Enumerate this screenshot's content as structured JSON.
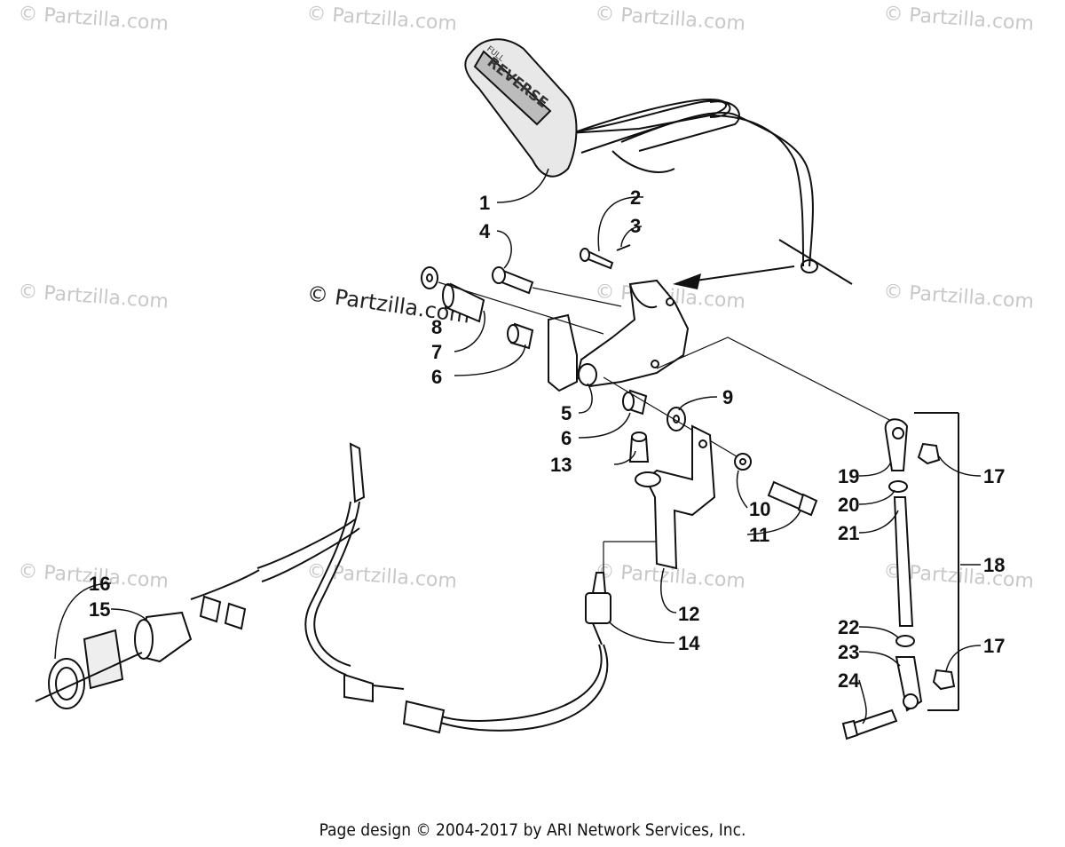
{
  "watermark_text": "© Partzilla.com",
  "footer": {
    "text": "Page design © 2004-2017 by ARI Network Services, Inc."
  },
  "handle_label": {
    "top": "FULL",
    "main": "REVERSE"
  },
  "callouts": [
    {
      "id": "c1",
      "label": "1"
    },
    {
      "id": "c2",
      "label": "2"
    },
    {
      "id": "c3",
      "label": "3"
    },
    {
      "id": "c4",
      "label": "4"
    },
    {
      "id": "c5",
      "label": "5"
    },
    {
      "id": "c6a",
      "label": "6"
    },
    {
      "id": "c6b",
      "label": "6"
    },
    {
      "id": "c7",
      "label": "7"
    },
    {
      "id": "c8",
      "label": "8"
    },
    {
      "id": "c9",
      "label": "9"
    },
    {
      "id": "c10",
      "label": "10"
    },
    {
      "id": "c11",
      "label": "11"
    },
    {
      "id": "c12",
      "label": "12"
    },
    {
      "id": "c13",
      "label": "13"
    },
    {
      "id": "c14",
      "label": "14"
    },
    {
      "id": "c15",
      "label": "15"
    },
    {
      "id": "c16",
      "label": "16"
    },
    {
      "id": "c17a",
      "label": "17"
    },
    {
      "id": "c17b",
      "label": "17"
    },
    {
      "id": "c18",
      "label": "18"
    },
    {
      "id": "c19",
      "label": "19"
    },
    {
      "id": "c20",
      "label": "20"
    },
    {
      "id": "c21",
      "label": "21"
    },
    {
      "id": "c22",
      "label": "22"
    },
    {
      "id": "c23",
      "label": "23"
    },
    {
      "id": "c24",
      "label": "24"
    }
  ]
}
